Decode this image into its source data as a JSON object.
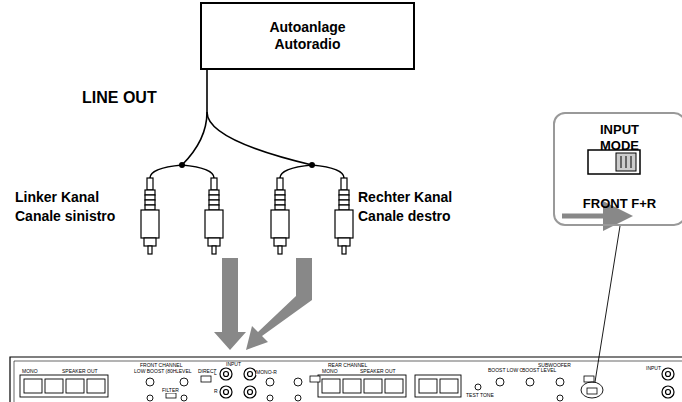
{
  "diagram": {
    "nodes": [
      {
        "text": [
          "Autoanlage Autoradio"
        ]
      },
      {
        "text": [
          "INPUT MODE",
          "FRONT F+R"
        ]
      }
    ],
    "labels": [
      "LINE OUT",
      "Linker Kanal",
      "Canale sinistro",
      "Rechter Kanal",
      "Canale destro",
      "FRONT CHANNEL",
      "MONO",
      "SPEAKER OUT",
      "LOW BOOST (80Hz)",
      "LEVEL",
      "DIRECT",
      "FILTER",
      "INPUT",
      "L",
      "R",
      "MONO-R",
      "REAR CHANNEL",
      "MONO",
      "SPEAKER OUT",
      "SUBWOOFER",
      "BOOST LOW OUT",
      "BOOST LEVEL",
      "TEST TONE",
      "INPUT"
    ]
  }
}
